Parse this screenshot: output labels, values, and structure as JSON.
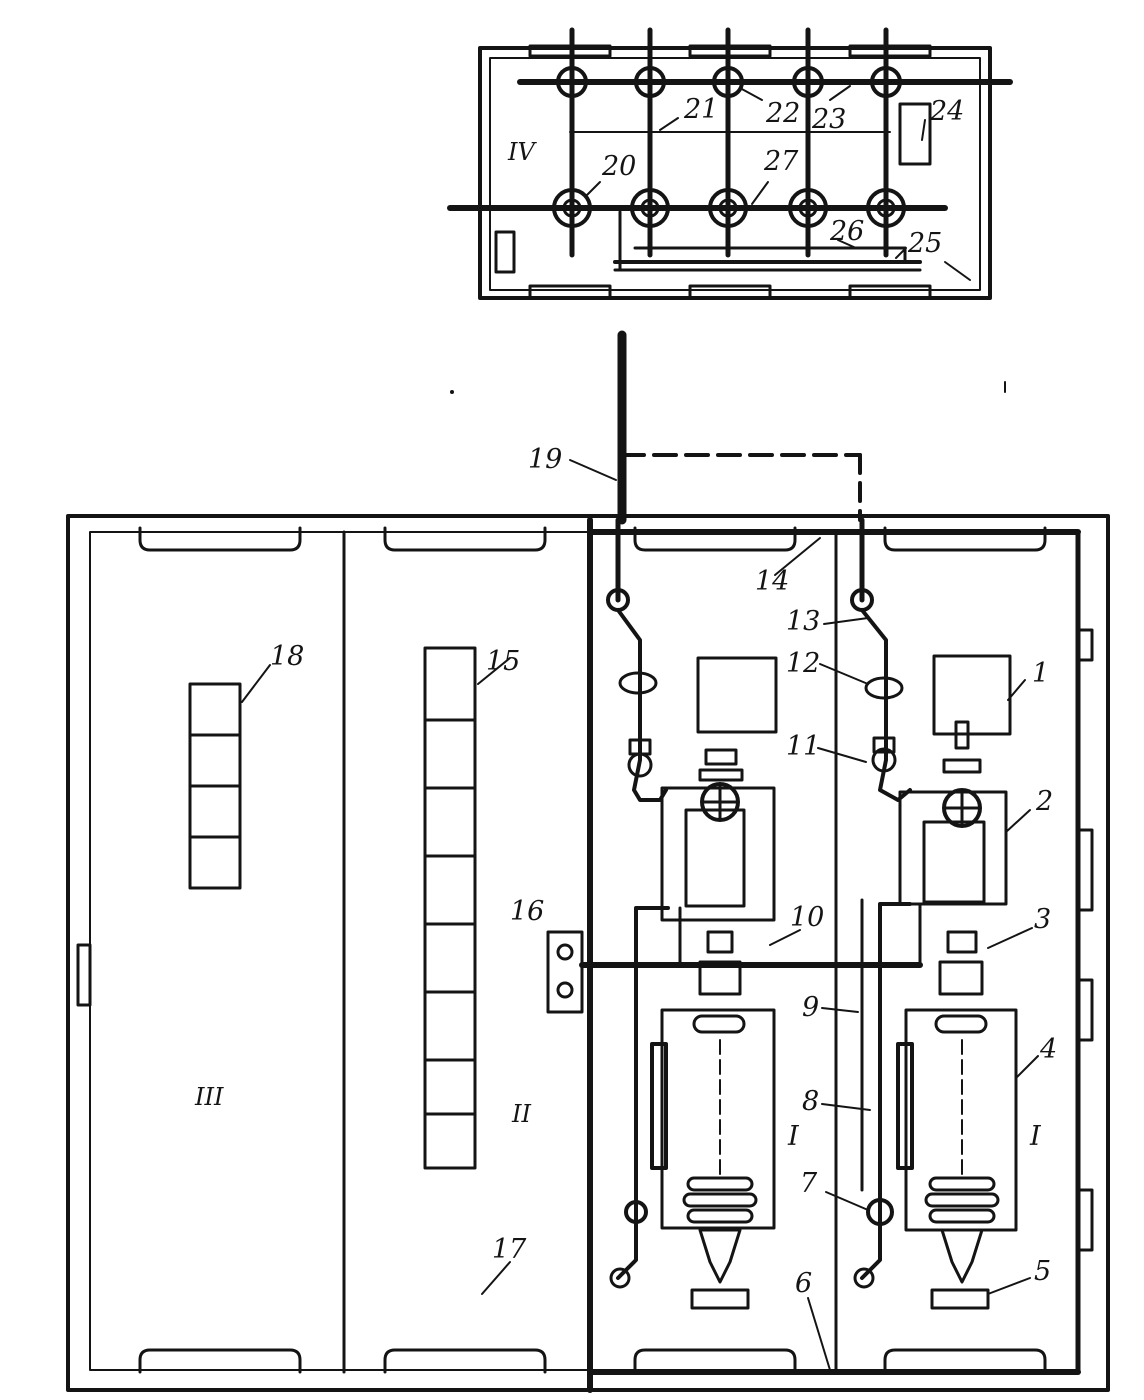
{
  "diagram": {
    "ink_color": "#141414",
    "paper_color": "#ffffff",
    "room_labels": {
      "IV": "IV",
      "III": "III",
      "II": "II",
      "I_left": "I",
      "I_right": "I"
    },
    "callouts": {
      "n1": "1",
      "n2": "2",
      "n3": "3",
      "n4": "4",
      "n5": "5",
      "n6": "6",
      "n7": "7",
      "n8": "8",
      "n9": "9",
      "n10": "10",
      "n11": "11",
      "n12": "12",
      "n13": "13",
      "n14": "14",
      "n15": "15",
      "n16": "16",
      "n17": "17",
      "n18": "18",
      "n19": "19",
      "n20": "20",
      "n21": "21",
      "n22": "22",
      "n23": "23",
      "n24": "24",
      "n25": "25",
      "n26": "26",
      "n27": "27"
    }
  }
}
